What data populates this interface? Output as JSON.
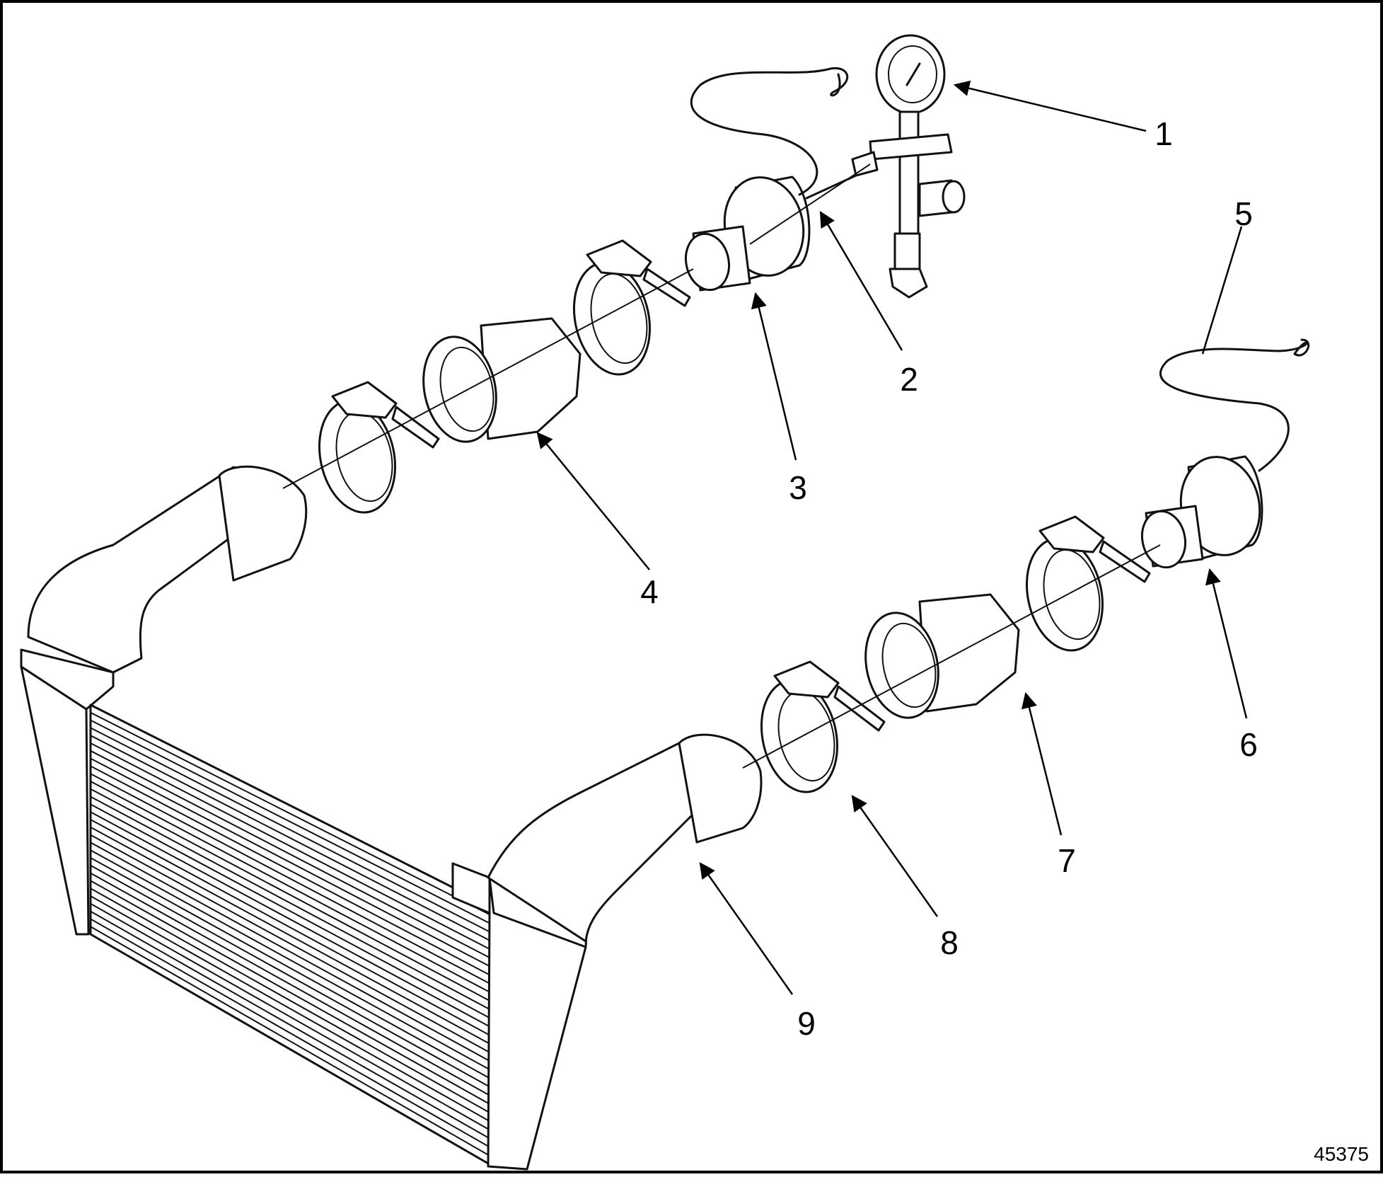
{
  "figure": {
    "figure_number": "45375",
    "callouts": [
      {
        "id": 1,
        "label": "1"
      },
      {
        "id": 2,
        "label": "2"
      },
      {
        "id": 3,
        "label": "3"
      },
      {
        "id": 4,
        "label": "4"
      },
      {
        "id": 5,
        "label": "5"
      },
      {
        "id": 6,
        "label": "6"
      },
      {
        "id": 7,
        "label": "7"
      },
      {
        "id": 8,
        "label": "8"
      },
      {
        "id": 9,
        "label": "9"
      }
    ]
  }
}
